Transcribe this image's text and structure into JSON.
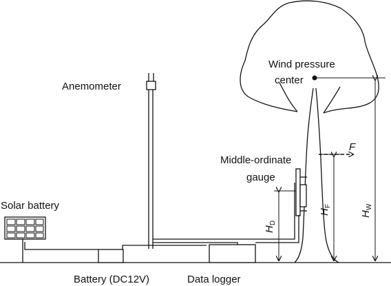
{
  "labels": {
    "wind_pressure_center_line1": "Wind pressure",
    "wind_pressure_center_line2": "center",
    "anemometer": "Anemometer",
    "middle_ordinate_line1": "Middle-ordinate",
    "middle_ordinate_line2": "gauge",
    "solar_battery": "Solar battery",
    "battery": "Battery (DC12V)",
    "data_logger": "Data logger"
  },
  "symbols": {
    "force": "F",
    "hd_main": "H",
    "hd_sub": "D",
    "hf_main": "H",
    "hf_sub": "F",
    "hw_main": "H",
    "hw_sub": "W"
  }
}
